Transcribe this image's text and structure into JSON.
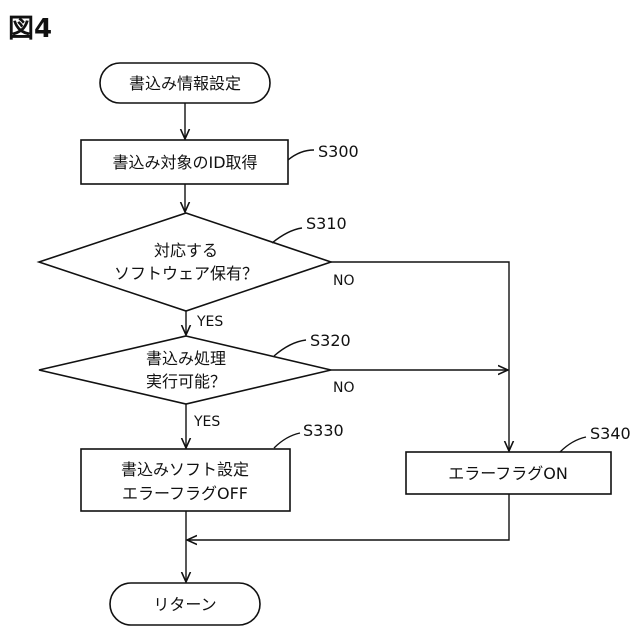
{
  "figure_label": "図4",
  "nodes": {
    "start": "書込み情報設定",
    "get_id": "書込み対象のID取得",
    "decision_software": [
      "対応する",
      "ソフトウェア保有？"
    ],
    "decision_write": [
      "書込み処理",
      "実行可能？"
    ],
    "set_software": [
      "書込みソフト設定",
      "エラーフラグOFF"
    ],
    "error_flag": "エラーフラグON",
    "end": "リターン"
  },
  "step_labels": {
    "s300": "S300",
    "s310": "S310",
    "s320": "S320",
    "s330": "S330",
    "s340": "S340"
  },
  "edge_labels": {
    "yes1": "YES",
    "no1": "NO",
    "yes2": "YES",
    "no2": "NO"
  }
}
